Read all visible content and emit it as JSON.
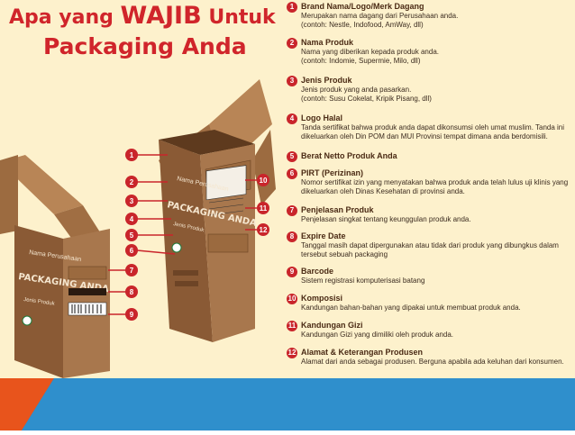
{
  "title": {
    "line1_pre": "Apa yang ",
    "line1_big": "WAJIB",
    "line1_post": " Untuk",
    "line2": "Packaging Anda"
  },
  "box_front": {
    "brand": "Nama Perusahaan",
    "product": "PACKAGING ANDA",
    "type": "Jenis Produk",
    "logo": "HALAL"
  },
  "box_right": {
    "brand": "Nama Perusahaan",
    "product": "PACKAGING ANDA",
    "type": "Jenis Produk",
    "logo": "HALAL"
  },
  "callout_numbers": [
    "1",
    "2",
    "3",
    "4",
    "5",
    "6",
    "7",
    "8",
    "9",
    "10",
    "11",
    "12"
  ],
  "items": [
    {
      "num": "1",
      "head": "Brand Nama/Logo/Merk Dagang",
      "desc": "Merupakan nama dagang dari Perusahaan anda.",
      "example": "(contoh: Nestle, Indofood, AmWay, dll)"
    },
    {
      "num": "2",
      "head": "Nama Produk",
      "desc": "Nama yang diberikan kepada produk anda.",
      "example": "(contoh: Indomie, Supermie, Milo, dll)"
    },
    {
      "num": "3",
      "head": "Jenis Produk",
      "desc": "Jenis produk yang anda pasarkan.",
      "example": "(contoh: Susu Cokelat, Kripik Pisang, dll)"
    },
    {
      "num": "4",
      "head": "Logo Halal",
      "desc": "Tanda sertifikat bahwa produk anda dapat dikonsumsi oleh umat muslim. Tanda ini dikeluarkan oleh Din POM dan MUI Provinsi tempat dimana anda berdomisili.",
      "example": ""
    },
    {
      "num": "5",
      "head": "Berat Netto Produk Anda",
      "desc": "",
      "example": ""
    },
    {
      "num": "6",
      "head": "PIRT (Perizinan)",
      "desc": "Nomor sertifikat izin yang menyatakan bahwa produk anda telah lulus uji klinis yang dikeluarkan oleh Dinas Kesehatan di provinsi anda.",
      "example": ""
    },
    {
      "num": "7",
      "head": "Penjelasan Produk",
      "desc": "Penjelasan singkat tentang keunggulan produk anda.",
      "example": ""
    },
    {
      "num": "8",
      "head": "Expire Date",
      "desc": "Tanggal masih dapat dipergunakan atau tidak dari produk yang dibungkus dalam tersebut sebuah packaging",
      "example": ""
    },
    {
      "num": "9",
      "head": "Barcode",
      "desc": "Sistem registrasi komputerisasi batang",
      "example": ""
    },
    {
      "num": "10",
      "head": "Komposisi",
      "desc": "Kandungan bahan-bahan yang dipakai untuk membuat produk anda.",
      "example": ""
    },
    {
      "num": "11",
      "head": "Kandungan Gizi",
      "desc": "Kandungan Gizi yang dimiliki oleh produk anda.",
      "example": ""
    },
    {
      "num": "12",
      "head": "Alamat & Keterangan Produsen",
      "desc": "Alamat dari anda sebagai produsen. Berguna apabila ada keluhan dari konsumen.",
      "example": ""
    }
  ],
  "colors": {
    "background": "#fdf1cc",
    "title": "#d0252b",
    "badge": "#c9252b",
    "box_dark": "#8a5a35",
    "box_mid": "#a8774d",
    "footer_blue": "#2b7fb8",
    "footer_orange": "#e8541c"
  }
}
